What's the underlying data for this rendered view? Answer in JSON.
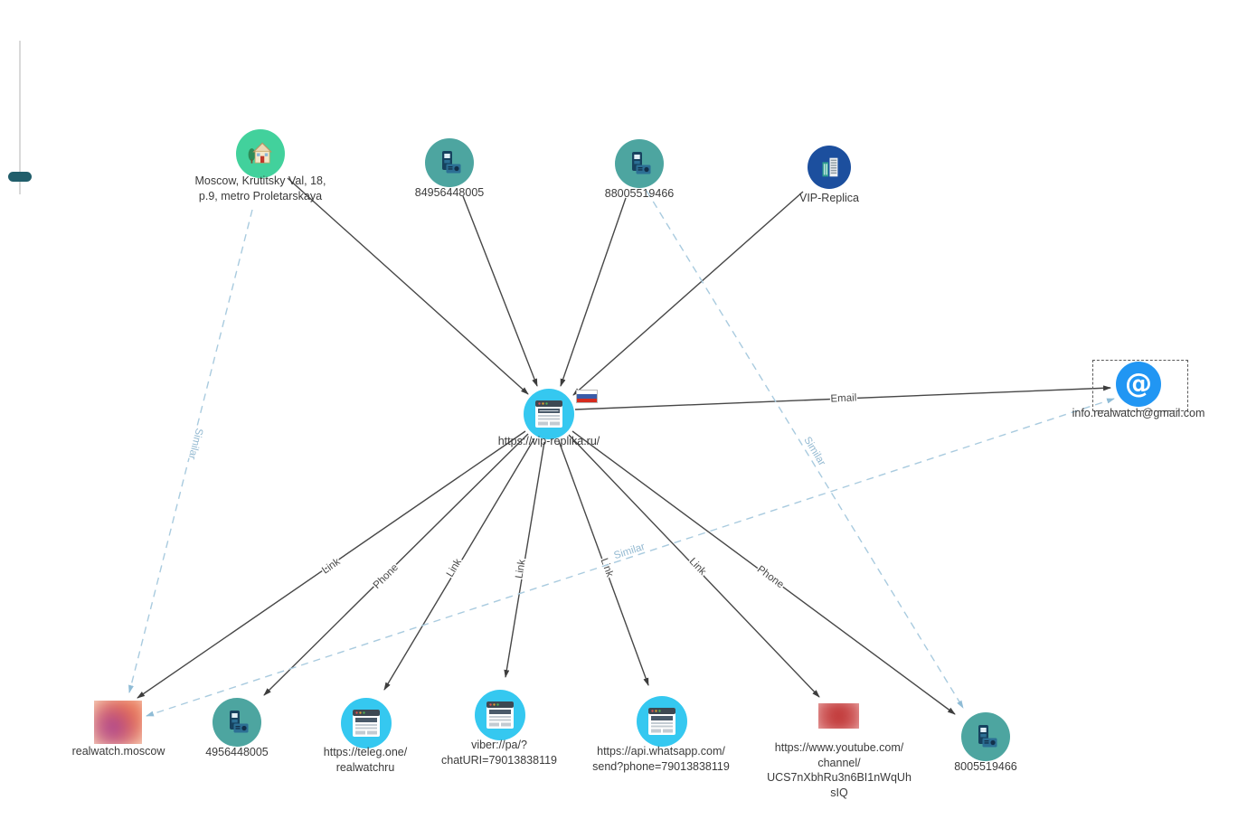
{
  "app": {
    "view": "link-analysis-graph",
    "background": "#ffffff"
  },
  "colors": {
    "edge_solid": "#474747",
    "edge_dashed": "#a9cbdf",
    "edge_label_dark": "#474747",
    "edge_label_light": "#93b9d1",
    "node_label": "#3a3a3a",
    "circle_website": "#35c8f0",
    "circle_phone": "#4da5a0",
    "circle_location": "#42d19c",
    "circle_organization": "#1c4f9e",
    "circle_email": "#2196f3",
    "slider_handle": "#215e6b"
  },
  "controls": {
    "zoom_slider": {
      "orientation": "vertical",
      "handle_position": "near-bottom"
    }
  },
  "graph": {
    "nodes": [
      {
        "id": "address-moscow",
        "type": "location",
        "icon": "house-icon",
        "label": "Moscow, Krutitsky Val, 18,\np.9, metro Proletarskaya"
      },
      {
        "id": "phone-84956448005",
        "type": "phone",
        "icon": "phone-icon",
        "label": "84956448005"
      },
      {
        "id": "phone-88005519466",
        "type": "phone",
        "icon": "phone-icon",
        "label": "88005519466"
      },
      {
        "id": "org-vip-replica",
        "type": "organization",
        "icon": "buildings-icon",
        "label": "VIP-Replica"
      },
      {
        "id": "site-vip-replika",
        "type": "website",
        "icon": "webpage-icon",
        "label": "https://vip-replika.ru/",
        "country_flag": "Russia"
      },
      {
        "id": "email-info-realwatch",
        "type": "email",
        "icon": "at-icon",
        "label": "info.realwatch@gmail.com",
        "selected": true
      },
      {
        "id": "instagram-realwatch",
        "type": "social-blurred",
        "icon": "instagram-blurred-icon",
        "label": "realwatch.moscow"
      },
      {
        "id": "phone-4956448005",
        "type": "phone",
        "icon": "phone-icon",
        "label": "4956448005"
      },
      {
        "id": "site-teleg",
        "type": "website",
        "icon": "webpage-icon",
        "label": "https://teleg.one/\nrealwatchru"
      },
      {
        "id": "site-viber",
        "type": "website",
        "icon": "webpage-icon",
        "label": "viber://pa/?\nchatURI=79013838119"
      },
      {
        "id": "site-whatsapp",
        "type": "website",
        "icon": "webpage-icon",
        "label": "https://api.whatsapp.com/\nsend?phone=79013838119"
      },
      {
        "id": "youtube-channel",
        "type": "social-blurred",
        "icon": "youtube-blurred-icon",
        "label": "https://www.youtube.com/\nchannel/\nUCS7nXbhRu3n6BI1nWqUh\nsIQ"
      },
      {
        "id": "phone-8005519466",
        "type": "phone",
        "icon": "phone-icon",
        "label": "8005519466"
      }
    ],
    "edges": [
      {
        "from": "address-moscow",
        "to": "site-vip-replika",
        "label": "",
        "style": "solid"
      },
      {
        "from": "phone-84956448005",
        "to": "site-vip-replika",
        "label": "",
        "style": "solid"
      },
      {
        "from": "phone-88005519466",
        "to": "site-vip-replika",
        "label": "",
        "style": "solid"
      },
      {
        "from": "org-vip-replica",
        "to": "site-vip-replika",
        "label": "",
        "style": "solid"
      },
      {
        "from": "site-vip-replika",
        "to": "email-info-realwatch",
        "label": "Email",
        "style": "solid"
      },
      {
        "from": "site-vip-replika",
        "to": "instagram-realwatch",
        "label": "Link",
        "style": "solid"
      },
      {
        "from": "site-vip-replika",
        "to": "phone-4956448005",
        "label": "Phone",
        "style": "solid"
      },
      {
        "from": "site-vip-replika",
        "to": "site-teleg",
        "label": "Link",
        "style": "solid"
      },
      {
        "from": "site-vip-replika",
        "to": "site-viber",
        "label": "Link",
        "style": "solid"
      },
      {
        "from": "site-vip-replika",
        "to": "site-whatsapp",
        "label": "Link",
        "style": "solid"
      },
      {
        "from": "site-vip-replika",
        "to": "youtube-channel",
        "label": "Link",
        "style": "solid"
      },
      {
        "from": "site-vip-replika",
        "to": "phone-8005519466",
        "label": "Phone",
        "style": "solid"
      },
      {
        "from": "address-moscow",
        "to": "instagram-realwatch",
        "label": "Similar",
        "style": "dashed"
      },
      {
        "from": "phone-88005519466",
        "to": "phone-8005519466",
        "label": "Similar",
        "style": "dashed"
      },
      {
        "from": "email-info-realwatch",
        "to": "instagram-realwatch",
        "label": "Similar",
        "style": "dashed",
        "bidirectional": true
      }
    ]
  }
}
